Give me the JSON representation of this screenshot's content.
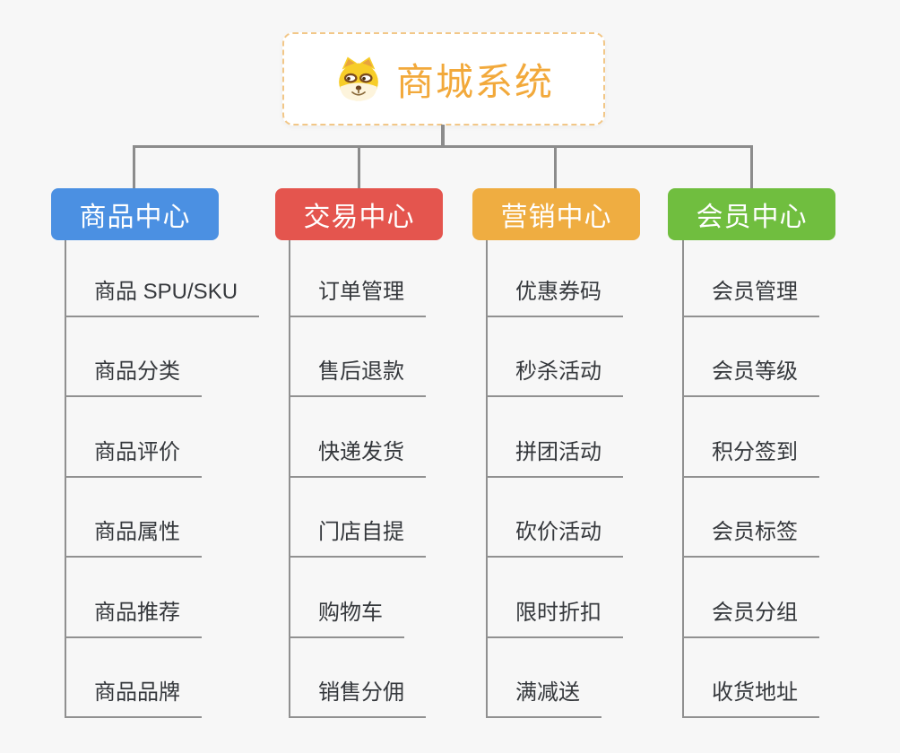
{
  "app": {
    "background_color": "#F7F7F7",
    "connector_color": "#8C8C8C",
    "underline_color": "#919191"
  },
  "root": {
    "title": "商城系统",
    "icon": "doge-face-icon",
    "text_color": "#F2A93B",
    "border_color": "#F2C788",
    "background": "#FFFFFF"
  },
  "branches": [
    {
      "label": "商品中心",
      "color": "#4B90E2",
      "items": [
        "商品 SPU/SKU",
        "商品分类",
        "商品评价",
        "商品属性",
        "商品推荐",
        "商品品牌"
      ]
    },
    {
      "label": "交易中心",
      "color": "#E4554E",
      "items": [
        "订单管理",
        "售后退款",
        "快递发货",
        "门店自提",
        "购物车",
        "销售分佣"
      ]
    },
    {
      "label": "营销中心",
      "color": "#EFAD41",
      "items": [
        "优惠券码",
        "秒杀活动",
        "拼团活动",
        "砍价活动",
        "限时折扣",
        "满减送"
      ]
    },
    {
      "label": "会员中心",
      "color": "#70BE3F",
      "items": [
        "会员管理",
        "会员等级",
        "积分签到",
        "会员标签",
        "会员分组",
        "收货地址"
      ]
    }
  ]
}
